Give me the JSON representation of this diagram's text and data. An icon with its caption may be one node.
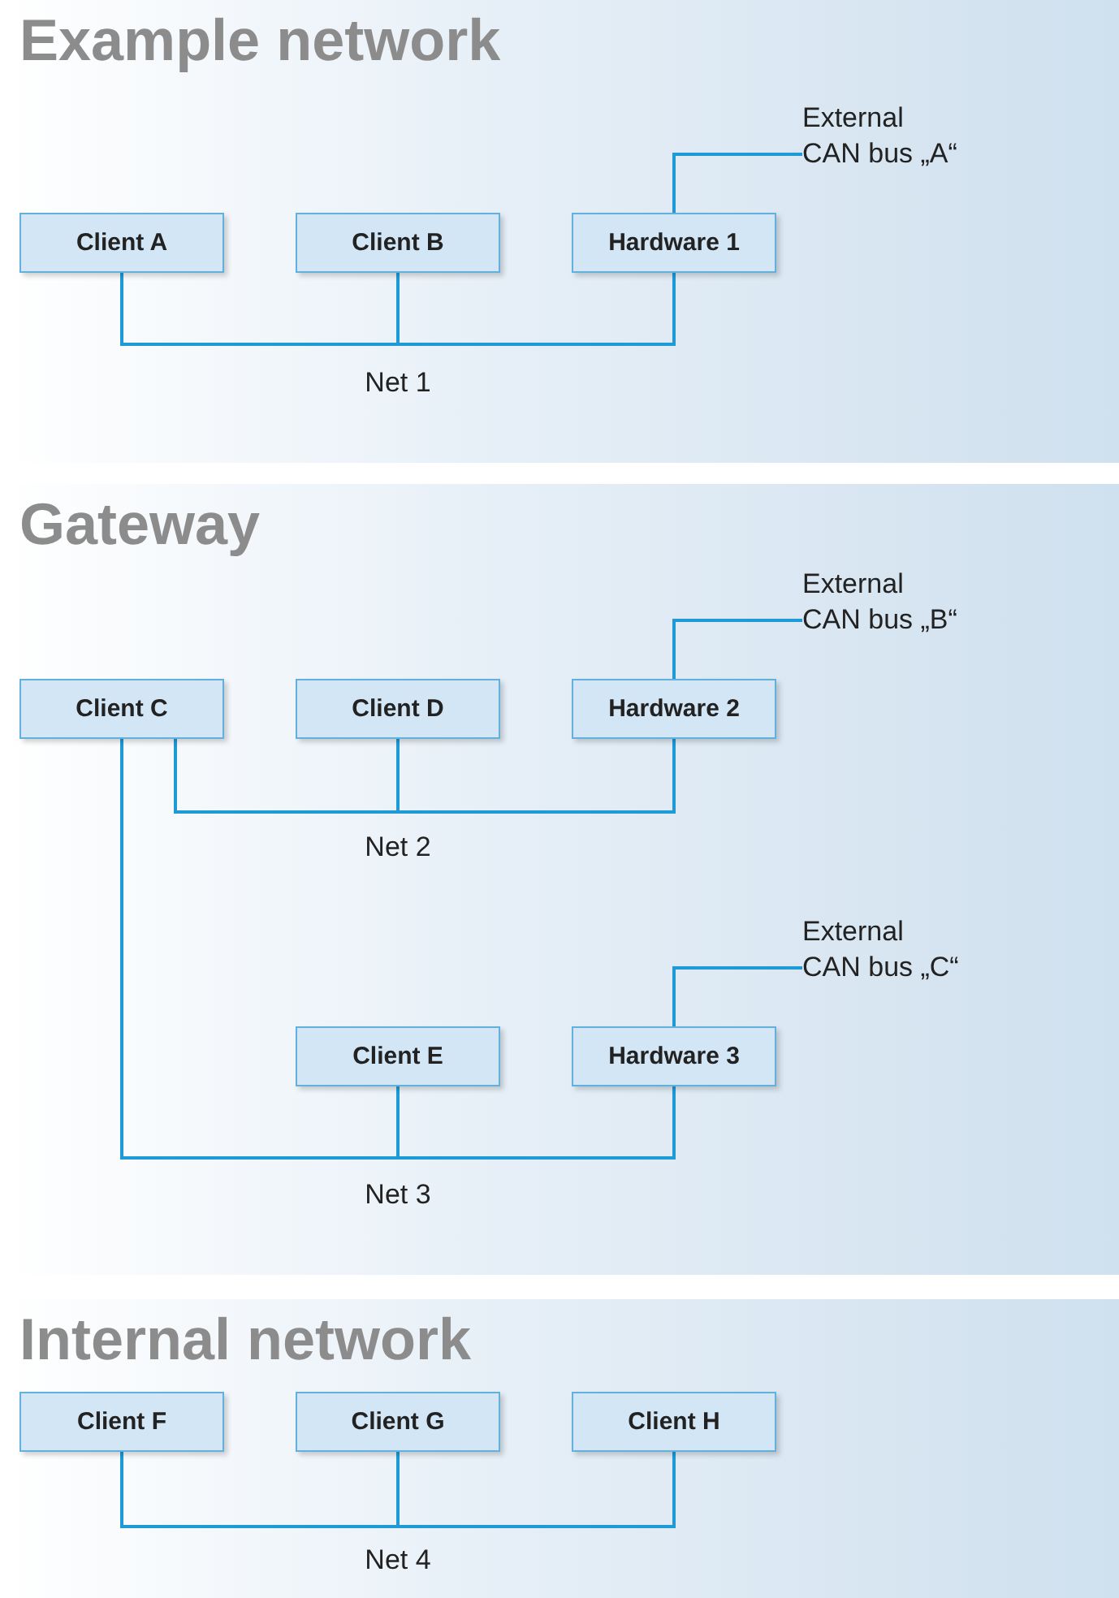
{
  "diagram": {
    "nodes": [
      {
        "text": [
          "Example network"
        ]
      },
      {
        "text": [
          "Client A"
        ],
        "in": 0
      },
      {
        "text": [
          "Client B"
        ],
        "in": 0
      },
      {
        "text": [
          "Hardware 1"
        ],
        "in": 0
      },
      {
        "text": [
          "External CAN bus „A“"
        ],
        "in": 0
      },
      {
        "text": [
          "Gateway"
        ]
      },
      {
        "text": [
          "Client C"
        ],
        "in": 5
      },
      {
        "text": [
          "Client D"
        ],
        "in": 5
      },
      {
        "text": [
          "Hardware 2"
        ],
        "in": 5
      },
      {
        "text": [
          "External CAN bus „B“"
        ],
        "in": 5
      },
      {
        "text": [
          "Client E"
        ],
        "in": 5
      },
      {
        "text": [
          "Hardware 3"
        ],
        "in": 5
      },
      {
        "text": [
          "External CAN bus „C“"
        ],
        "in": 5
      },
      {
        "text": [
          "Internal network"
        ]
      },
      {
        "text": [
          "Client F"
        ],
        "in": 13
      },
      {
        "text": [
          "Client G"
        ],
        "in": 13
      },
      {
        "text": [
          "Client H"
        ],
        "in": 13
      }
    ],
    "edges": [
      {
        "from": 1,
        "to": 2,
        "arrow": "none"
      },
      {
        "from": 2,
        "to": 3,
        "arrow": "none"
      },
      {
        "from": 3,
        "to": 4,
        "arrow": "none"
      },
      {
        "from": 6,
        "to": 7,
        "arrow": "none"
      },
      {
        "from": 7,
        "to": 8,
        "arrow": "none"
      },
      {
        "from": 8,
        "to": 9,
        "arrow": "none"
      },
      {
        "from": 6,
        "to": 10,
        "arrow": "none"
      },
      {
        "from": 10,
        "to": 11,
        "arrow": "none"
      },
      {
        "from": 11,
        "to": 12,
        "arrow": "none"
      },
      {
        "from": 14,
        "to": 15,
        "arrow": "none"
      },
      {
        "from": 15,
        "to": 16,
        "arrow": "none"
      }
    ],
    "labels": [
      "Net 1",
      "Net 2",
      "Net 3",
      "Net 4"
    ]
  }
}
